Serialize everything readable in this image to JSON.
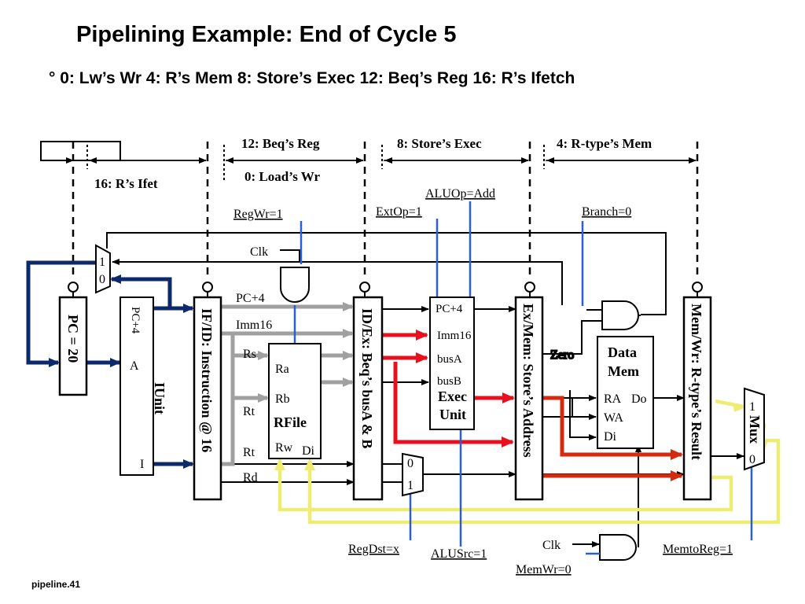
{
  "title": "Pipelining Example: End of Cycle 5",
  "subtitle": "°  0: Lw’s Wr   4: R’s Mem   8: Store’s Exec   12: Beq’s Reg   16: R’s Ifetch",
  "footer": "pipeline.41",
  "stages": {
    "reg": "12: Beq’s  Reg",
    "exec": "8: Store’s  Exec",
    "mem": "4: R-type’s  Mem",
    "ifet": "16: R’s Ifet",
    "wr": "0: Load’s  Wr"
  },
  "controls": {
    "regwr": "RegWr=1",
    "extop": "ExtOp=1",
    "aluop": "ALUOp=Add",
    "branch": "Branch=0",
    "regdst": "RegDst=x",
    "alusrc": "ALUSrc=1",
    "memwr": "MemWr=0",
    "memtoreg": "MemtoReg=1"
  },
  "labels": {
    "clk_top": "Clk",
    "clk_bottom": "Clk",
    "pc4": "PC+4",
    "imm16": "Imm16",
    "rs": "Rs",
    "rt1": "Rt",
    "rt2": "Rt",
    "rd": "Rd",
    "zero": "Zero",
    "mux_in1": "1",
    "mux_in0": "0",
    "regdst_mux0": "0",
    "regdst_mux1": "1",
    "wb_mux1": "1",
    "wb_mux0": "0"
  },
  "blocks": {
    "pc": "PC = 20",
    "iunit": "IUnit",
    "iunit_pc4": "PC+4",
    "iunit_a": "A",
    "iunit_i": "I",
    "ifid": "IF/ID: Instruction @ 16",
    "rfile": "RFile",
    "rfile_ra": "Ra",
    "rfile_rb": "Rb",
    "rfile_rw": "Rw",
    "rfile_di": "Di",
    "idex": "ID/Ex: Beq’s busA & B",
    "exec_pc4": "PC+4",
    "exec_imm16": "Imm16",
    "exec_busa": "busA",
    "exec_busb": "busB",
    "exec_unit1": "Exec",
    "exec_unit2": "Unit",
    "exmem": "Ex/Mem: Store’s Address",
    "dmem1": "Data",
    "dmem2": "Mem",
    "dmem_ra": "RA",
    "dmem_do": "Do",
    "dmem_wa": "WA",
    "dmem_di": "Di",
    "memwr": "Mem/Wr: R-type’s Result",
    "wb_mux": "Mux"
  },
  "colors": {
    "wire": "#000000",
    "navy": "#0c2a6b",
    "gray": "#a0a0a0",
    "red": "#e8101f",
    "darkred": "#d42a10",
    "yellow": "#eeec72",
    "blue": "#2a5fd8"
  }
}
